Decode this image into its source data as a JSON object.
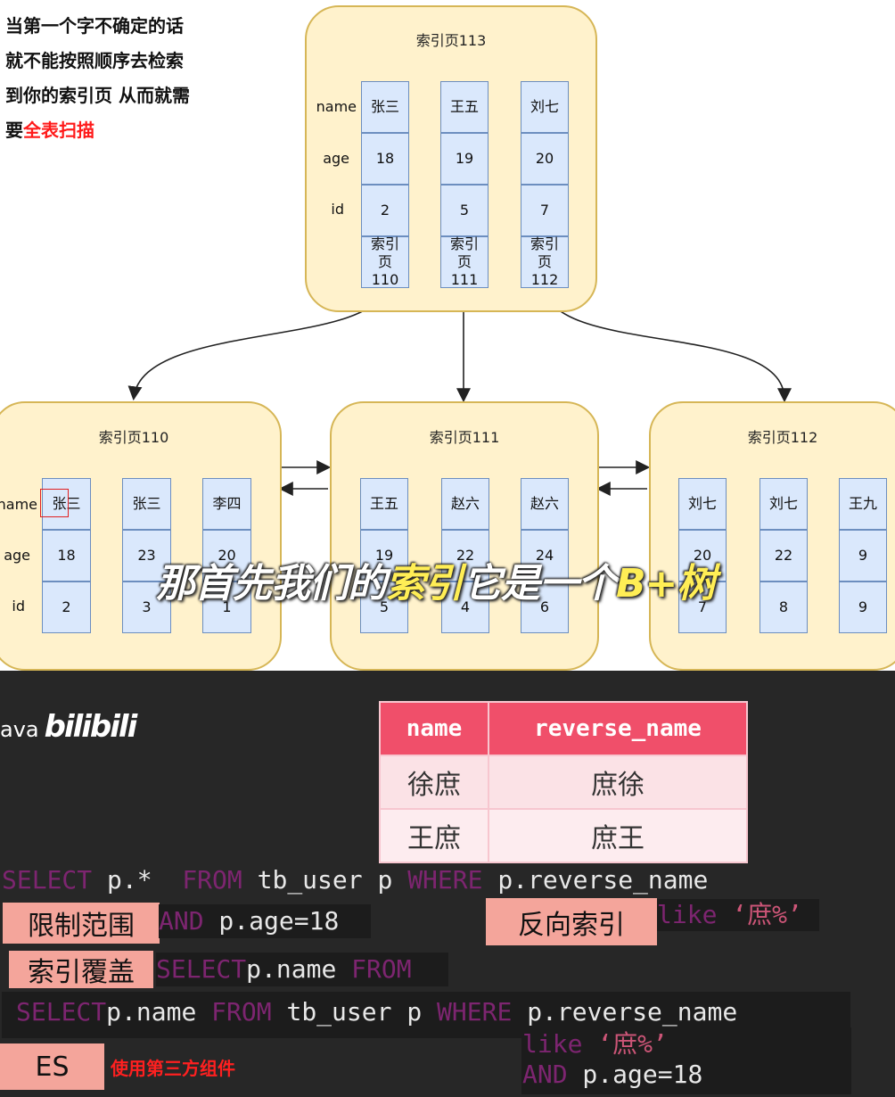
{
  "note": {
    "line1": "当第一个字不确定的话",
    "line2": "就不能按照顺序去检索",
    "line3": "到你的索引页 从而就需",
    "line4_prefix": "要",
    "line4_red": "全表扫描"
  },
  "row_labels": {
    "name": "name",
    "age": "age",
    "id": "id"
  },
  "root": {
    "title": "索引页113",
    "cols": [
      {
        "name": "张三",
        "age": "18",
        "id": "2",
        "ptr": "索引页110"
      },
      {
        "name": "王五",
        "age": "19",
        "id": "5",
        "ptr": "索引页111"
      },
      {
        "name": "刘七",
        "age": "20",
        "id": "7",
        "ptr": "索引页112"
      }
    ]
  },
  "leaves": [
    {
      "title": "索引页110",
      "cols": [
        {
          "name": "张三",
          "age": "18",
          "id": "2"
        },
        {
          "name": "张三",
          "age": "23",
          "id": "3"
        },
        {
          "name": "李四",
          "age": "20",
          "id": "1"
        }
      ]
    },
    {
      "title": "索引页111",
      "cols": [
        {
          "name": "王五",
          "age": "19",
          "id": "5"
        },
        {
          "name": "赵六",
          "age": "22",
          "id": "4"
        },
        {
          "name": "赵六",
          "age": "24",
          "id": "6"
        }
      ]
    },
    {
      "title": "索引页112",
      "cols": [
        {
          "name": "刘七",
          "age": "20",
          "id": "7"
        },
        {
          "name": "刘七",
          "age": "22",
          "id": "8"
        },
        {
          "name": "王九",
          "age": "9",
          "id": "9"
        }
      ]
    }
  ],
  "caption": {
    "part1": "那首先我们的",
    "highlight": "索引",
    "part2": "它是一个",
    "part3": "B+树"
  },
  "brand": {
    "prefix": "ava",
    "logo": "bilibili"
  },
  "table": {
    "headers": [
      "name",
      "reverse_name"
    ],
    "rows": [
      [
        "徐庶",
        "庶徐"
      ],
      [
        "王庶",
        "庶王"
      ]
    ]
  },
  "sql1": {
    "select": "SELECT",
    "fields": " p.* ",
    "from": "FROM",
    "tbl": " tb_user p ",
    "where": "WHERE",
    "cond": " p.reverse_name"
  },
  "sql_and": {
    "and": "AND",
    "cond": " p.age=18"
  },
  "sql_like": {
    "like": "like",
    "val": "‘庶%’"
  },
  "sql_cover": {
    "select": "SELECT",
    "fields": "p.name ",
    "from": "FROM"
  },
  "sql2": {
    "select": "SELECT",
    "fields": "p.name ",
    "from": "FROM",
    "tbl": " tb_user p ",
    "where": "WHERE",
    "cond": " p.reverse_name"
  },
  "sql2_like": {
    "like": "like",
    "val": "‘庶%’"
  },
  "sql2_and": {
    "and": "AND",
    "cond": " p.age=18"
  },
  "tags": {
    "limit": "限制范围",
    "reverse": "反向索引",
    "cover": "索引覆盖",
    "es": "ES",
    "es_note": "使用第三方组件"
  },
  "colors": {
    "page_fill": "#fff2cc",
    "page_border": "#d6b656",
    "cell_fill": "#dae8fc",
    "cell_border": "#6c8ebf",
    "header_pink": "#f04f6a",
    "tag_pink": "#f4a59b",
    "sql_keyword": "#7d2570",
    "red_text": "#ff1a1a"
  }
}
